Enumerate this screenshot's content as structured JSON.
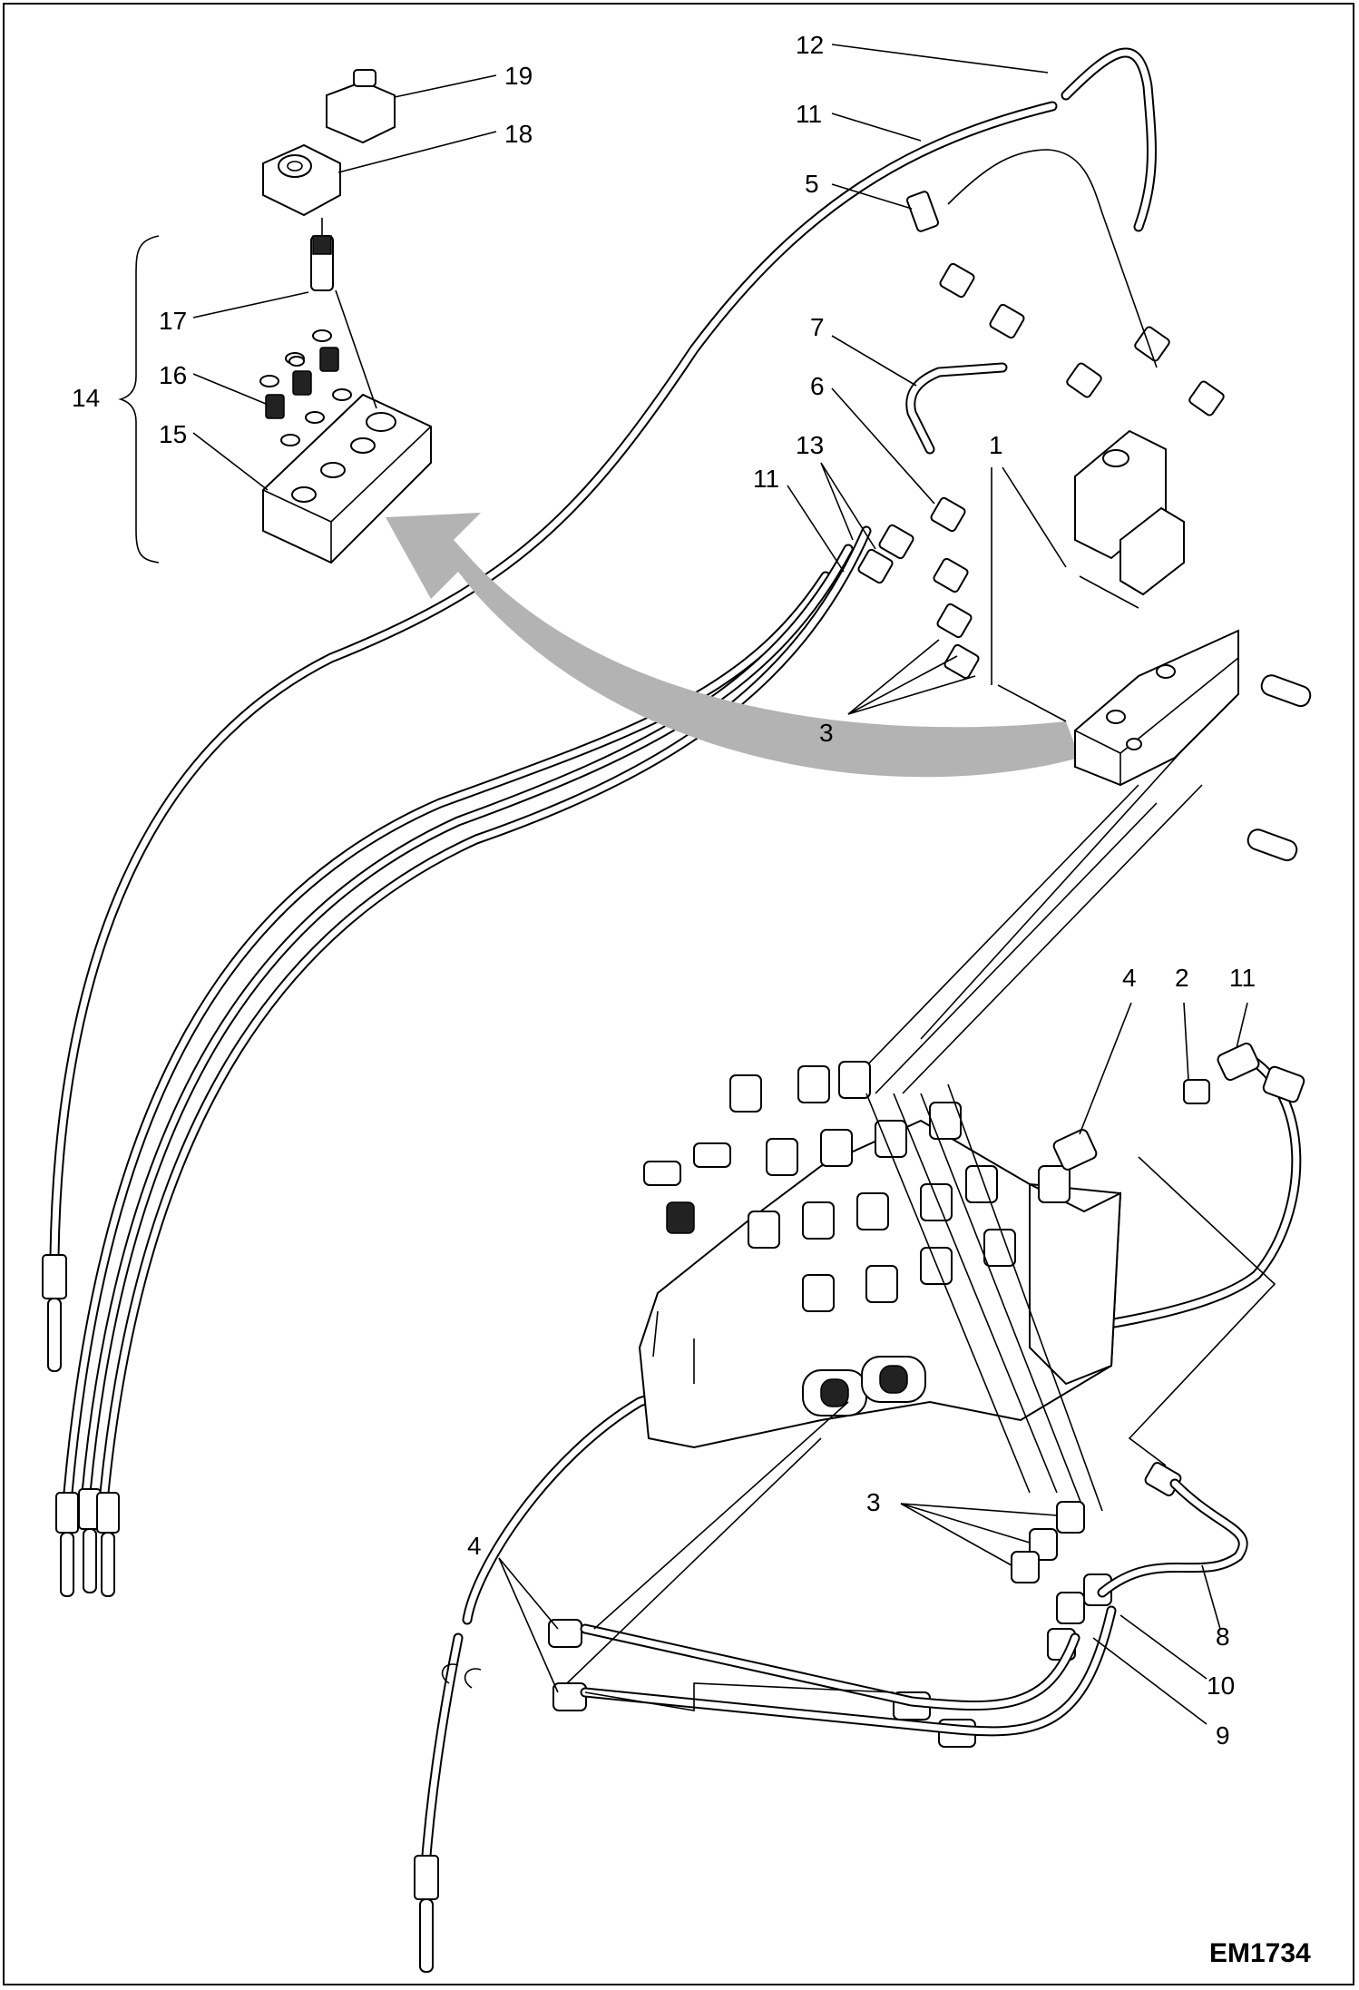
{
  "drawing_code": "EM1734",
  "callouts": [
    {
      "id": "c19",
      "text": "19"
    },
    {
      "id": "c18",
      "text": "18"
    },
    {
      "id": "c17",
      "text": "17"
    },
    {
      "id": "c16",
      "text": "16"
    },
    {
      "id": "c15",
      "text": "15"
    },
    {
      "id": "c14",
      "text": "14"
    },
    {
      "id": "c12",
      "text": "12"
    },
    {
      "id": "c11a",
      "text": "11"
    },
    {
      "id": "c5",
      "text": "5"
    },
    {
      "id": "c7",
      "text": "7"
    },
    {
      "id": "c6",
      "text": "6"
    },
    {
      "id": "c13",
      "text": "13"
    },
    {
      "id": "c11b",
      "text": "11"
    },
    {
      "id": "c1",
      "text": "1"
    },
    {
      "id": "c3a",
      "text": "3"
    },
    {
      "id": "c4a",
      "text": "4"
    },
    {
      "id": "c2",
      "text": "2"
    },
    {
      "id": "c11c",
      "text": "11"
    },
    {
      "id": "c3b",
      "text": "3"
    },
    {
      "id": "c4b",
      "text": "4"
    },
    {
      "id": "c8",
      "text": "8"
    },
    {
      "id": "c10",
      "text": "10"
    },
    {
      "id": "c9",
      "text": "9"
    }
  ],
  "colors": {
    "line": "#000000",
    "arrow": "#b3b3b3",
    "background": "#ffffff"
  }
}
